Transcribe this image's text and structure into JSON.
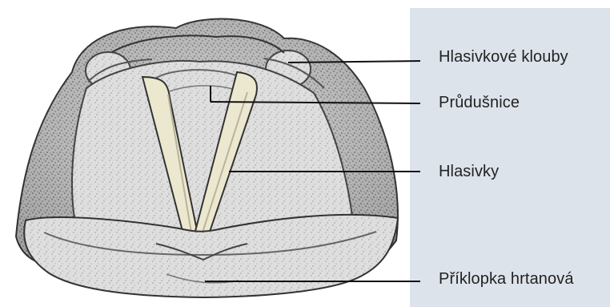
{
  "diagram": {
    "labels": {
      "label_1": "Hlasivkové klouby",
      "label_2": "Průdušnice",
      "label_3": "Hlasivky",
      "label_4": "Příklopka hrtanová"
    },
    "colors": {
      "panel": "#dde3ea",
      "tissue": "#c9c9c9",
      "tissue_dark": "#7a7a7a",
      "cord": "#e9e5c9",
      "line": "#111111"
    }
  }
}
